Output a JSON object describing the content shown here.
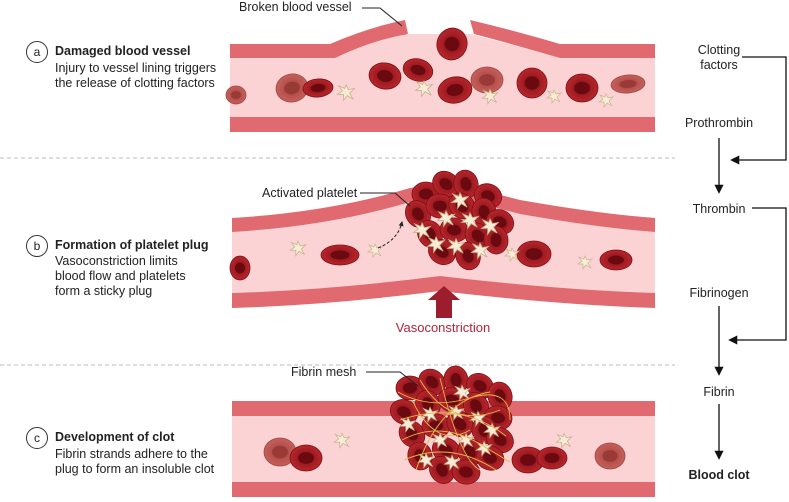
{
  "steps": [
    {
      "letter": "a",
      "title": "Damaged blood vessel",
      "desc": [
        "Injury to vessel lining triggers",
        "the release of clotting factors"
      ]
    },
    {
      "letter": "b",
      "title": "Formation of platelet plug",
      "desc": [
        "Vasoconstriction limits",
        "blood flow and platelets",
        "form a sticky plug"
      ]
    },
    {
      "letter": "c",
      "title": "Development of clot",
      "desc": [
        "Fibrin strands adhere to the",
        "plug to form an insoluble clot"
      ]
    }
  ],
  "callouts": {
    "broken": "Broken blood vessel",
    "platelet": "Activated platelet",
    "fibrin": "Fibrin mesh",
    "vasoconstriction": "Vasoconstriction"
  },
  "cascade": {
    "clotting_factors": [
      "Clotting",
      "factors"
    ],
    "prothrombin": "Prothrombin",
    "thrombin": "Thrombin",
    "fibrinogen": "Fibrinogen",
    "fibrin": "Fibrin",
    "blood_clot": "Blood clot"
  },
  "colors": {
    "vessel_wall": "#e06a70",
    "vessel_lumen": "#fbd3d4",
    "rbc": "#a81c22",
    "rbc_dark": "#7a0f14",
    "platelet": "#f4ead6",
    "arrow_red": "#9c1d2c",
    "divider": "#bbbbbb"
  }
}
